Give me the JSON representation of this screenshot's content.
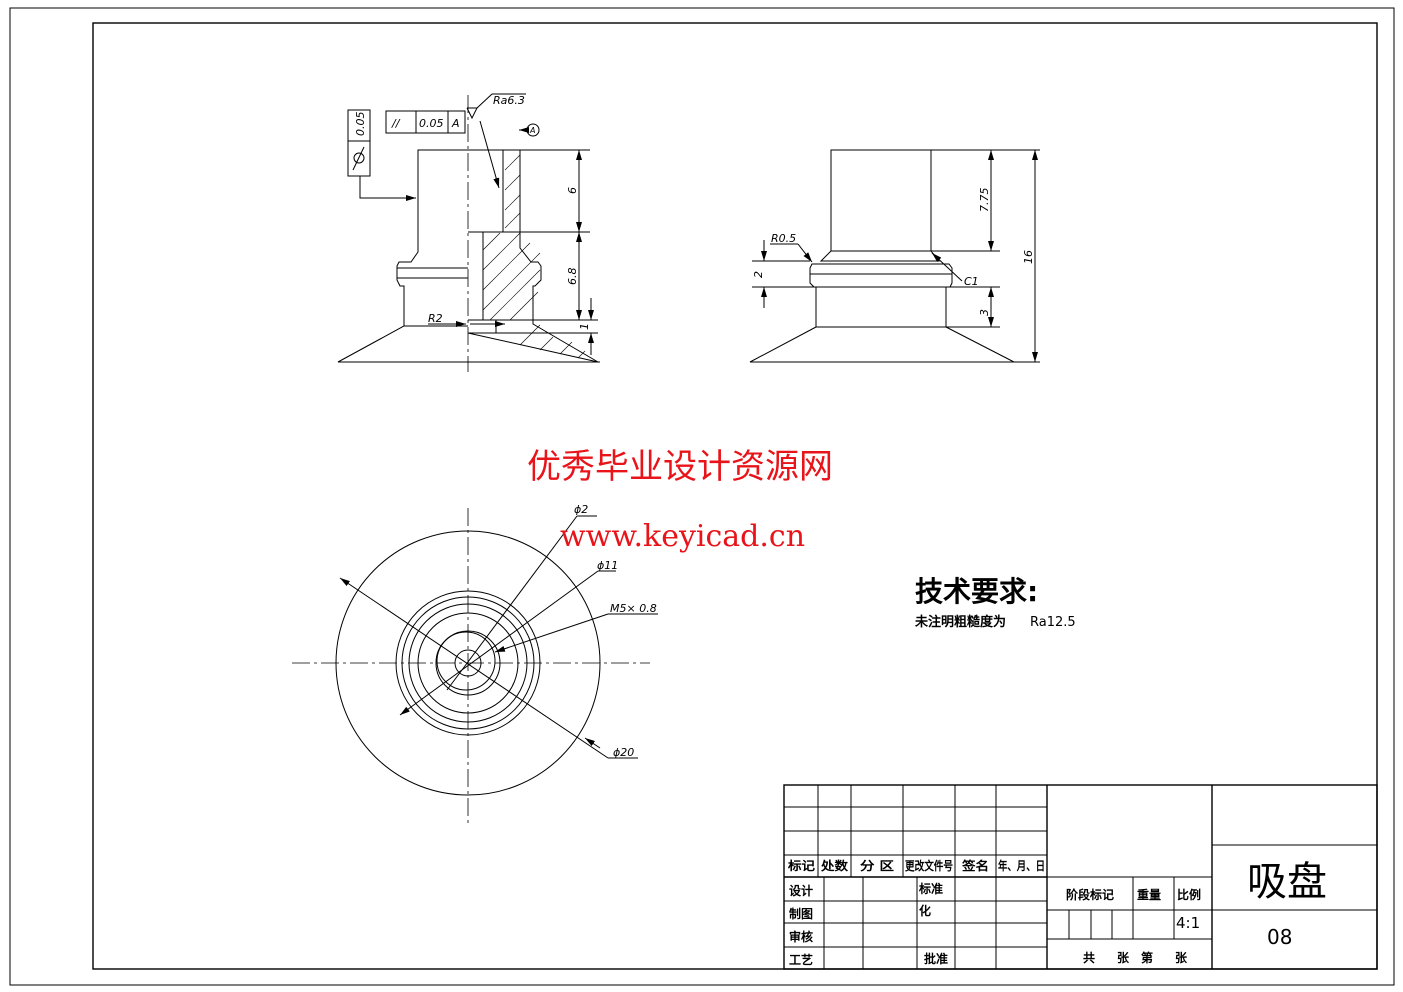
{
  "watermark": {
    "title": "优秀毕业设计资源网",
    "url": "www.keyicad.cn"
  },
  "front_view": {
    "roughness": "Ra6.3",
    "parallelism": {
      "symbol": "//",
      "tolerance": "0.05",
      "datum": "A"
    },
    "cylindricity": {
      "tolerance": "0.05"
    },
    "datum_label": "A",
    "dims": {
      "d6": "6",
      "d68": "6.8",
      "d1": "1",
      "r2": "R2"
    }
  },
  "side_view": {
    "dims": {
      "d775": "7.75",
      "d16": "16",
      "d2": "2",
      "d3": "3",
      "r05": "R0.5",
      "c1": "C1"
    }
  },
  "top_view": {
    "dims": {
      "phi2": "ϕ2",
      "phi11": "ϕ11",
      "m5": "M5× 0.8",
      "phi20": "ϕ20"
    }
  },
  "tech_req": {
    "title": "技术要求:",
    "line1": "未注明粗糙度为",
    "line1_value": "Ra12.5"
  },
  "title_block": {
    "headers": [
      "标记",
      "处数",
      "分 区",
      "更改文件号",
      "签名",
      "年、月、日"
    ],
    "rows": [
      "设计",
      "制图",
      "审核",
      "工艺"
    ],
    "standard1": "标准",
    "standard2": "化",
    "approve": "批准",
    "stage": "阶段标记",
    "weight": "重量",
    "scale_label": "比例",
    "scale": "4:1",
    "sheet_total": "共",
    "sheet_unit1": "张",
    "sheet_no": "第",
    "sheet_unit2": "张",
    "part_name": "吸盘",
    "drawing_no": "08"
  }
}
